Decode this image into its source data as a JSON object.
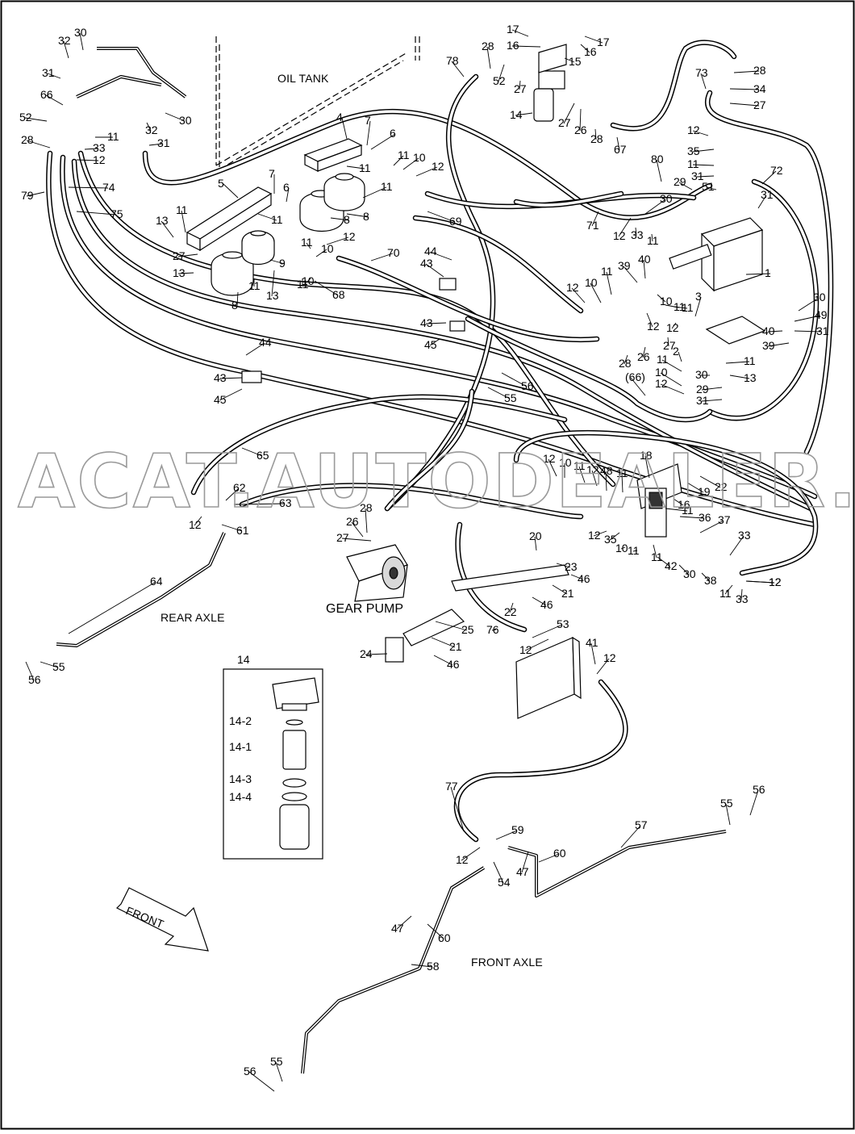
{
  "diagram": {
    "watermark": "ACAT.AUTODEALER.RU",
    "captions": {
      "oil_tank": "OIL TANK",
      "gear_pump": "GEAR PUMP",
      "rear_axle": "REAR AXLE",
      "front_axle": "FRONT AXLE",
      "front": "FRONT"
    },
    "inset": {
      "title": "14",
      "parts": [
        "14-2",
        "14-1",
        "14-3",
        "14-4"
      ]
    },
    "callouts": [
      "30",
      "32",
      "31",
      "66",
      "52",
      "28",
      "33",
      "11",
      "12",
      "79",
      "74",
      "75",
      "32",
      "30",
      "31",
      "7",
      "6",
      "4",
      "11",
      "10",
      "12",
      "11",
      "11",
      "8",
      "8",
      "5",
      "7",
      "6",
      "11",
      "13",
      "11",
      "27",
      "13",
      "11",
      "9",
      "11",
      "10",
      "12",
      "13",
      "8",
      "11",
      "10",
      "68",
      "70",
      "69",
      "44",
      "43",
      "43",
      "45",
      "44",
      "43",
      "45",
      "78",
      "28",
      "52",
      "27",
      "17",
      "16",
      "15",
      "17",
      "16",
      "14",
      "27",
      "26",
      "28",
      "67",
      "73",
      "28",
      "34",
      "27",
      "12",
      "35",
      "11",
      "31",
      "51",
      "80",
      "72",
      "31",
      "29",
      "30",
      "71",
      "12",
      "33",
      "11",
      "12",
      "10",
      "11",
      "1",
      "39",
      "40",
      "11",
      "12",
      "10",
      "11",
      "3",
      "12",
      "27",
      "26",
      "28",
      "2",
      "11",
      "10",
      "12",
      "30",
      "49",
      "31",
      "40",
      "39",
      "11",
      "13",
      "30",
      "29",
      "31",
      "(66)",
      "56",
      "55",
      "65",
      "18",
      "12",
      "10",
      "11",
      "12",
      "48",
      "11",
      "19",
      "16",
      "22",
      "62",
      "63",
      "12",
      "61",
      "28",
      "26",
      "27",
      "11",
      "36",
      "37",
      "12",
      "35",
      "10",
      "11",
      "11",
      "33",
      "12",
      "20",
      "23",
      "42",
      "30",
      "38",
      "11",
      "33",
      "12",
      "46",
      "21",
      "46",
      "22",
      "25",
      "24",
      "21",
      "46",
      "76",
      "53",
      "12",
      "41",
      "12",
      "64",
      "55",
      "56",
      "77",
      "59",
      "12",
      "54",
      "47",
      "60",
      "57",
      "55",
      "56",
      "47",
      "60",
      "58",
      "56",
      "55"
    ]
  }
}
